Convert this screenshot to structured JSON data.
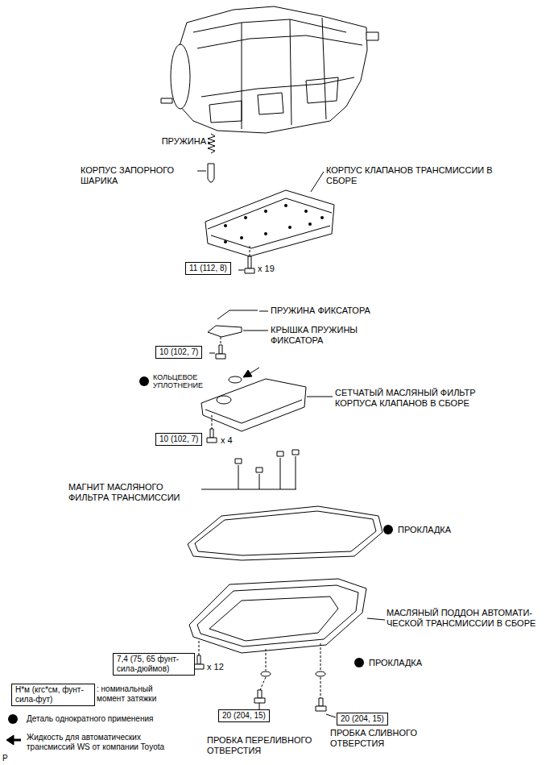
{
  "diagram": {
    "nodes": [
      {
        "text": [
          "11 (112, 8)"
        ]
      },
      {
        "text": [
          "10 (102, 7)"
        ]
      },
      {
        "text": [
          "10 (102, 7)"
        ]
      },
      {
        "text": [
          "7,4 (75, 65 фунт-сила-дюймов)"
        ]
      },
      {
        "text": [
          "Н*м (кгс*см, фунт-сила-фут)"
        ]
      },
      {
        "text": [
          "20 (204, 15)"
        ]
      },
      {
        "text": [
          "20 (204, 15)"
        ]
      }
    ],
    "labels": [
      "ПРУЖИНА",
      "КОРПУС ЗАПОРНОГО ШАРИКА",
      "КОРПУС КЛАПАНОВ ТРАНСМИССИИ В СБОРЕ",
      "x 19",
      "ПРУЖИНА ФИКСАТОРА",
      "КРЫШКА ПРУЖИНЫ ФИКСАТОРА",
      "КОЛЬЦЕВОЕ УПЛОТНЕНИЕ",
      "СЕТЧАТЫЙ МАСЛЯНЫЙ ФИЛЬТР КОРПУСА КЛАПАНОВ В СБОРЕ",
      "x 4",
      "МАГНИТ МАСЛЯНОГО ФИЛЬТРА ТРАНСМИССИИ",
      "ПРОКЛАДКА",
      "МАСЛЯНЫЙ ПОДДОН АВТОМАТИ-ЧЕСКОЙ ТРАНСМИССИИ В СБОРЕ",
      "x 12",
      "ПРОКЛАДКА",
      "ПРОБКА СЛИВНОГО ОТВЕРСТИЯ",
      "ПРОБКА ПЕРЕЛИВНОГО ОТВЕРСТИЯ",
      "P"
    ],
    "legend": [
      {
        "text": ": номинальный момент затяжки"
      },
      {
        "text": "Деталь однократного применения",
        "color": "#000000"
      },
      {
        "text": "Жидкость для автоматических трансмиссий WS от компании Toyota"
      }
    ]
  }
}
